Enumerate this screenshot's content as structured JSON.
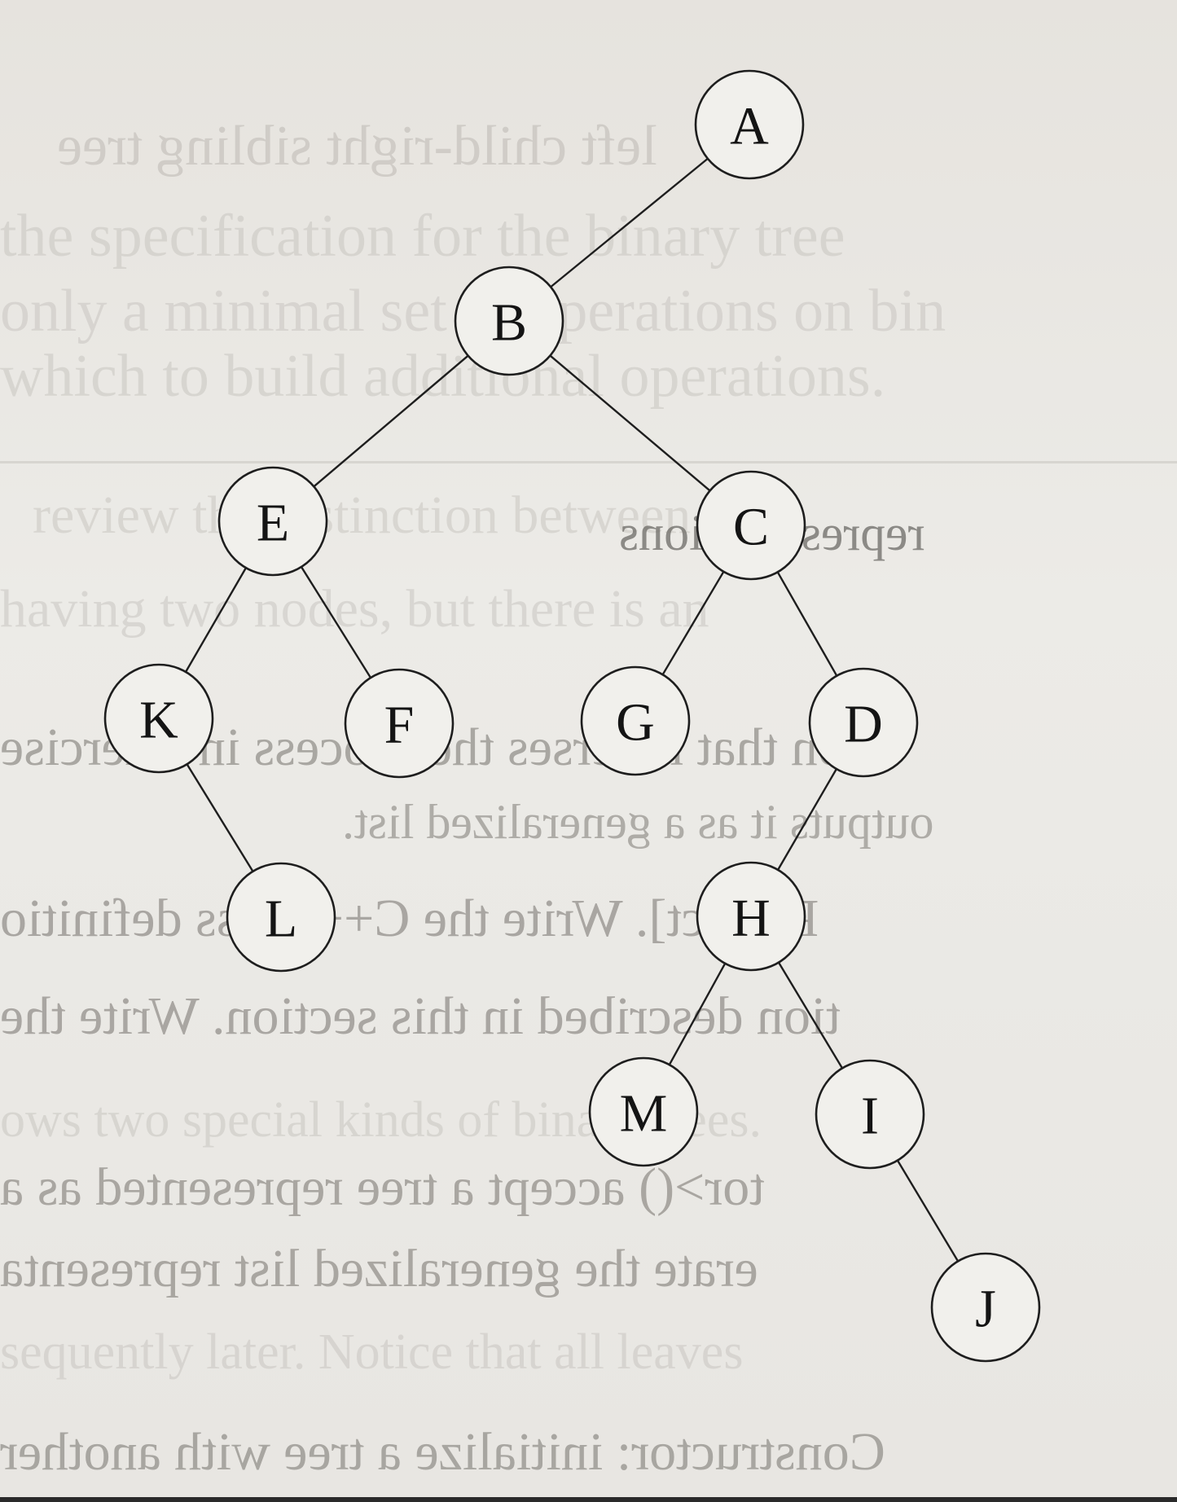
{
  "diagram": {
    "type": "binary-tree",
    "nodes": [
      {
        "id": "A",
        "label": "A"
      },
      {
        "id": "B",
        "label": "B"
      },
      {
        "id": "C",
        "label": "C"
      },
      {
        "id": "D",
        "label": "D"
      },
      {
        "id": "E",
        "label": "E"
      },
      {
        "id": "F",
        "label": "F"
      },
      {
        "id": "G",
        "label": "G"
      },
      {
        "id": "H",
        "label": "H"
      },
      {
        "id": "I",
        "label": "I"
      },
      {
        "id": "J",
        "label": "J"
      },
      {
        "id": "K",
        "label": "K"
      },
      {
        "id": "L",
        "label": "L"
      },
      {
        "id": "M",
        "label": "M"
      }
    ],
    "edges": [
      {
        "from": "A",
        "to": "B"
      },
      {
        "from": "B",
        "to": "E"
      },
      {
        "from": "B",
        "to": "C"
      },
      {
        "from": "E",
        "to": "K"
      },
      {
        "from": "E",
        "to": "F"
      },
      {
        "from": "K",
        "to": "L"
      },
      {
        "from": "C",
        "to": "G"
      },
      {
        "from": "C",
        "to": "D"
      },
      {
        "from": "D",
        "to": "H"
      },
      {
        "from": "H",
        "to": "M"
      },
      {
        "from": "H",
        "to": "I"
      },
      {
        "from": "I",
        "to": "J"
      }
    ]
  },
  "background_text": [
    "left child-right sibling tree",
    "the specification for the binary tree",
    "only a minimal set of operations on bin",
    "which to build additional operations.",
    "review the distinction between",
    "representations",
    "having two nodes, but there is an",
    "on that reverses the process in Exercise",
    "outputs it as a generalized list.",
    "Project]. Write the C++ class definitio",
    "tion described in this section. Write the",
    "ows two special kinds of binary trees.",
    "tor>() accept a tree represented as a",
    "erate the generalized list representa",
    "sequently later. Notice that all leaves",
    "Constructor: initialize a tree with another"
  ],
  "colors": {
    "paper": "#e9e7e3",
    "ink": "#1e1e1e",
    "node_fill": "#f1f0ec",
    "bleed_text": "#c9c6c1"
  }
}
